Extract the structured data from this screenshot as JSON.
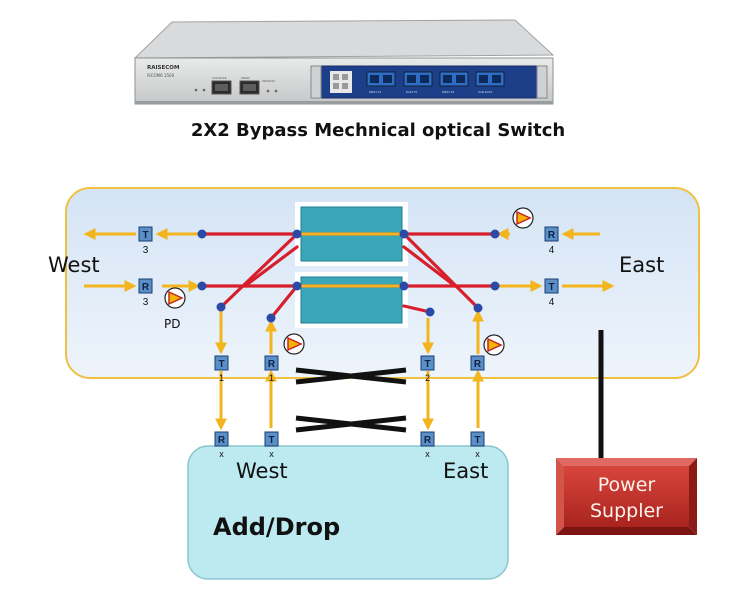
{
  "device": {
    "brand": "RAISECOM",
    "model": "ISCOM6 1500",
    "port_labels": [
      "CONSOLE",
      "SNMP",
      "SENSOR"
    ],
    "module_labels": [
      "WEST P1",
      "EAST P1",
      "WEST P2",
      "LINE EAST"
    ]
  },
  "title": "2X2 Bypass Mechnical optical Switch",
  "diagram": {
    "west_label": "West",
    "east_label": "East",
    "pd_label": "PD",
    "add_drop": {
      "title": "Add/Drop",
      "west": "West",
      "east": "East"
    },
    "power_supply": "Power Suppler",
    "ports": {
      "t3": {
        "letter": "T",
        "num": "3"
      },
      "r3": {
        "letter": "R",
        "num": "3"
      },
      "r4": {
        "letter": "R",
        "num": "4"
      },
      "t4": {
        "letter": "T",
        "num": "4"
      },
      "t1": {
        "letter": "T",
        "num": "1"
      },
      "r1": {
        "letter": "R",
        "num": "1"
      },
      "t2": {
        "letter": "T",
        "num": "2"
      },
      "r2": {
        "letter": "R",
        "num": ""
      },
      "rx1": {
        "letter": "R",
        "num": "x"
      },
      "tx1": {
        "letter": "T",
        "num": "x"
      },
      "rx2": {
        "letter": "R",
        "num": "x"
      },
      "tx2": {
        "letter": "T",
        "num": "x"
      }
    },
    "colors": {
      "fiber_red": "#d81e2a",
      "fiber_yellow": "#f2b51d",
      "node_blue": "#2b4aa8",
      "switch_fill": "#3aa6b8",
      "panel_fill": "#dce9f7",
      "panel_border": "#f0c040",
      "adddrop_fill": "#bde9f0",
      "power_fill": "#c8322d"
    }
  }
}
